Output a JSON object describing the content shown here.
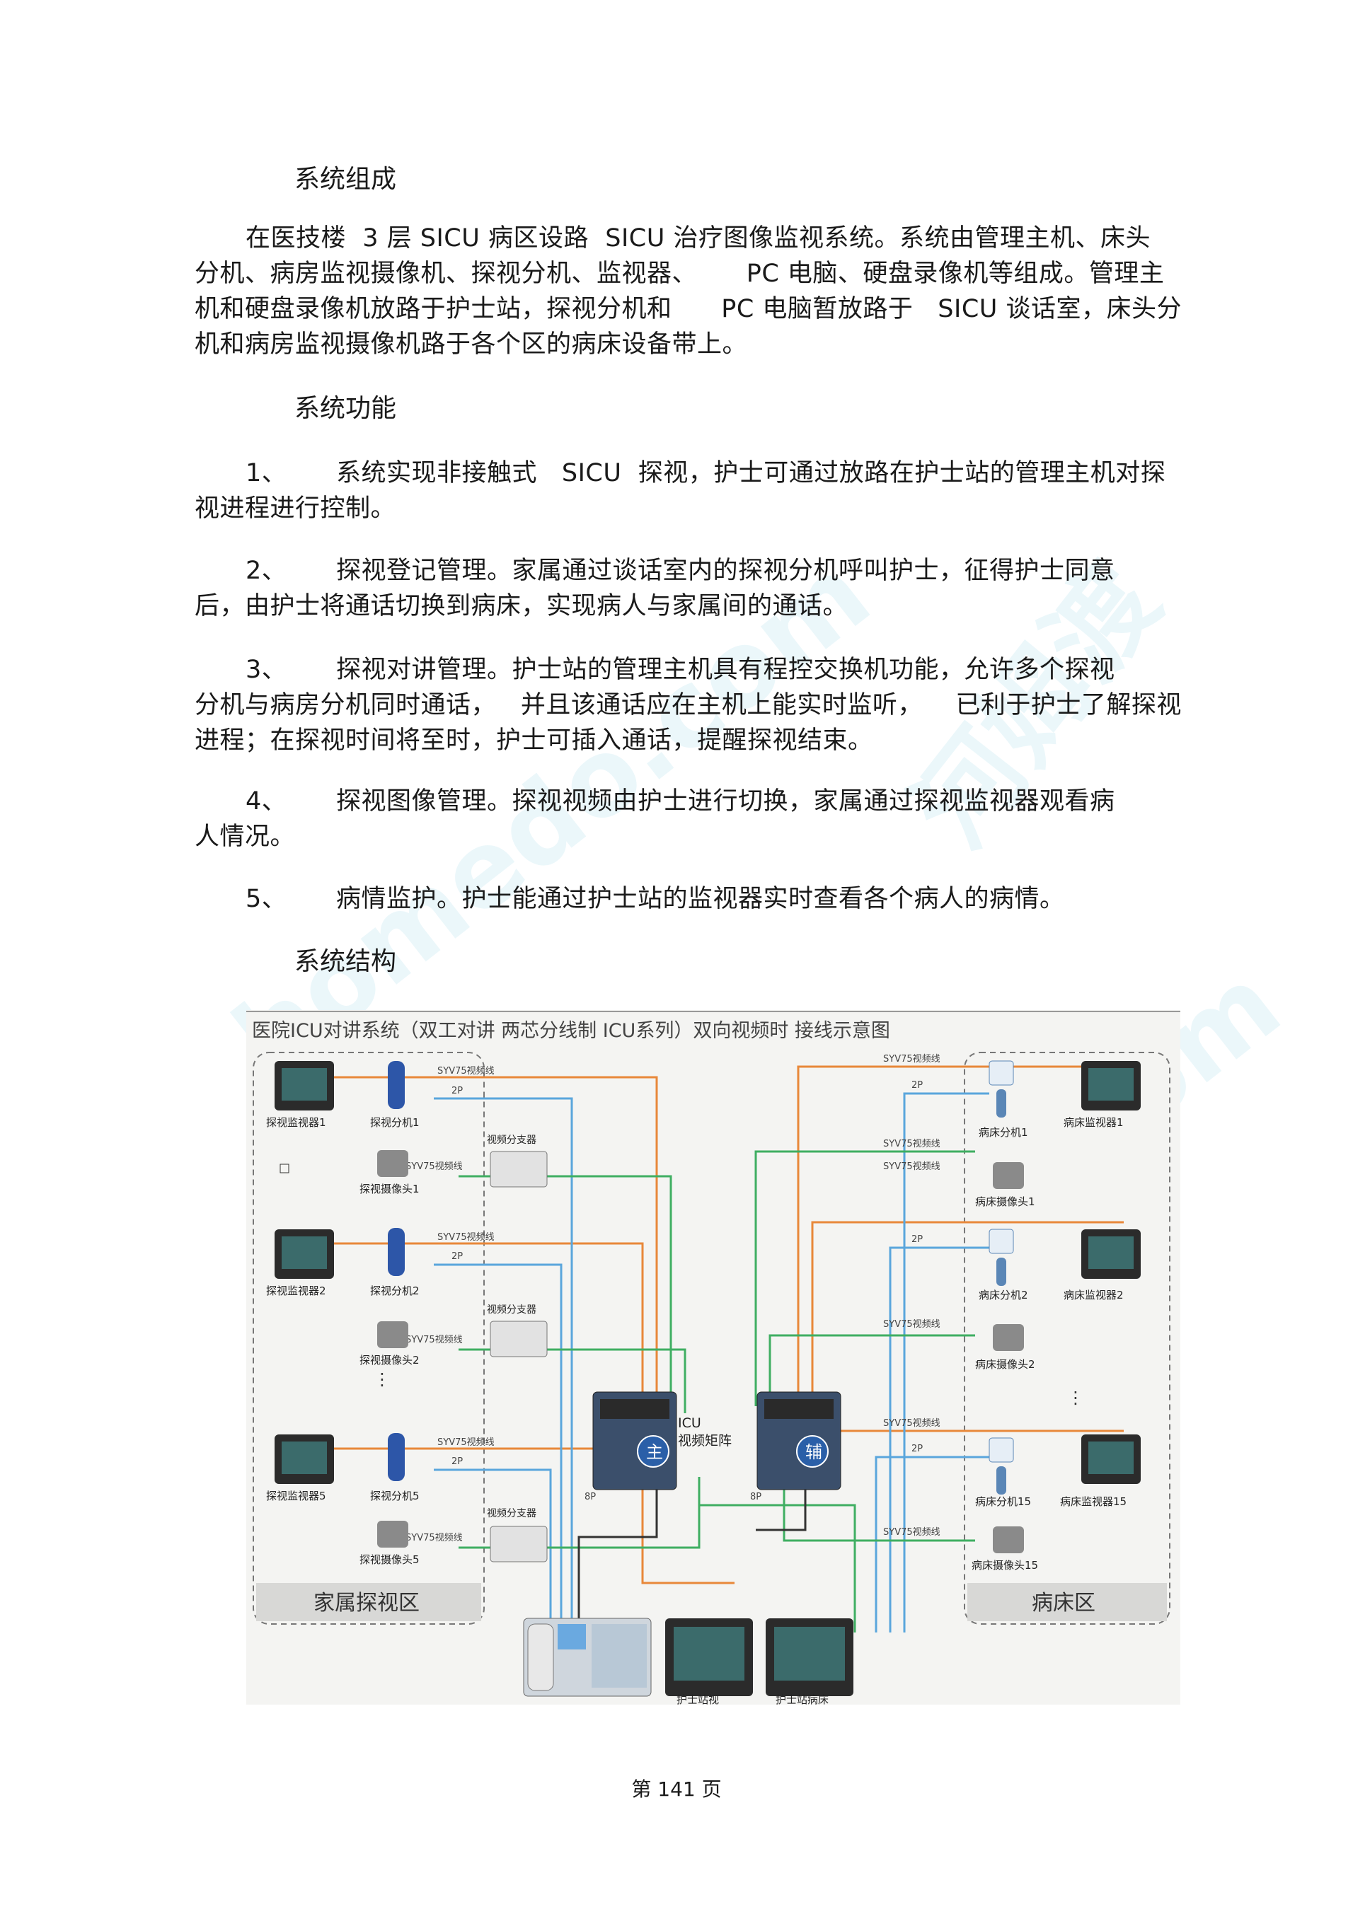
{
  "headings": {
    "composition": "系统组成",
    "functions": "系统功能",
    "structure": "系统结构"
  },
  "composition_lines": [
    "在医技楼  3 层 SICU 病区设路  SICU 治疗图像监视系统。系统由管理主机、床头",
    "分机、病房监视摄像机、探视分机、监视器、      PC 电脑、硬盘录像机等组成。管理主",
    "机和硬盘录像机放路于护士站，探视分机和      PC 电脑暂放路于   SICU 谈话室，床头分",
    "机和病房监视摄像机路于各个区的病床设备带上。"
  ],
  "functions": [
    {
      "num": "1、",
      "line1": "系统实现非接触式   SICU  探视，护士可通过放路在护士站的管理主机对探",
      "line2": "视进程进行控制。"
    },
    {
      "num": "2、",
      "line1": "探视登记管理。家属通过谈话室内的探视分机呼叫护士，征得护士同意",
      "line2": "后，由护士将通话切换到病床，实现病人与家属间的通话。"
    },
    {
      "num": "3、",
      "line1": "探视对讲管理。护士站的管理主机具有程控交换机功能，允许多个探视",
      "line2": "分机与病房分机同时通话，   并且该通话应在主机上能实时监听，    已利于护士了解探视",
      "line3": "进程；在探视时间将至时，护士可插入通话，提醒探视结束。"
    },
    {
      "num": "4、",
      "line1": "探视图像管理。探视视频由护士进行切换，家属通过探视监视器观看病",
      "line2": "人情况。"
    },
    {
      "num": "5、",
      "line1": "病情监护。护士能通过护士站的监视器实时查看各个病人的病情。"
    }
  ],
  "diagram": {
    "title": "医院ICU对讲系统（双工对讲 两芯分线制 ICU系列）双向视频时 接线示意图",
    "left_zone_label": "家属探视区",
    "right_zone_label": "病床区",
    "matrix_label_1": "ICU",
    "matrix_label_2": "视频矩阵",
    "main_badge": "主",
    "aux_badge": "辅",
    "left_units": [
      {
        "monitor": "探视监视器1",
        "phone": "探视分机1",
        "camera": "探视摄像头1"
      },
      {
        "monitor": "探视监视器2",
        "phone": "探视分机2",
        "camera": "探视摄像头2"
      },
      {
        "monitor": "探视监视器5",
        "phone": "探视分机5",
        "camera": "探视摄像头5"
      }
    ],
    "right_units": [
      {
        "phone": "病床分机1",
        "monitor": "病床监视器1",
        "camera": "病床摄像头1"
      },
      {
        "phone": "病床分机2",
        "monitor": "病床监视器2",
        "camera": "病床摄像头2"
      },
      {
        "phone": "病床分机15",
        "monitor": "病床监视器15",
        "camera": "病床摄像头15"
      }
    ],
    "splitter_label": "视频分支器",
    "cable_video": "SYV75视频线",
    "cable_2p": "2P",
    "cable_8p": "8P",
    "bottom_monitor_1": "护士站视",
    "bottom_monitor_2": "护士站病床",
    "colors": {
      "orange": "#e8883a",
      "blue": "#5aa6dc",
      "green": "#3fae62",
      "dark": "#333333"
    }
  },
  "watermark": {
    "text_1": "homedo.com",
    "text_2": "河姆渡",
    "text_3": "homedo.com"
  },
  "page_number": "第 141 页"
}
